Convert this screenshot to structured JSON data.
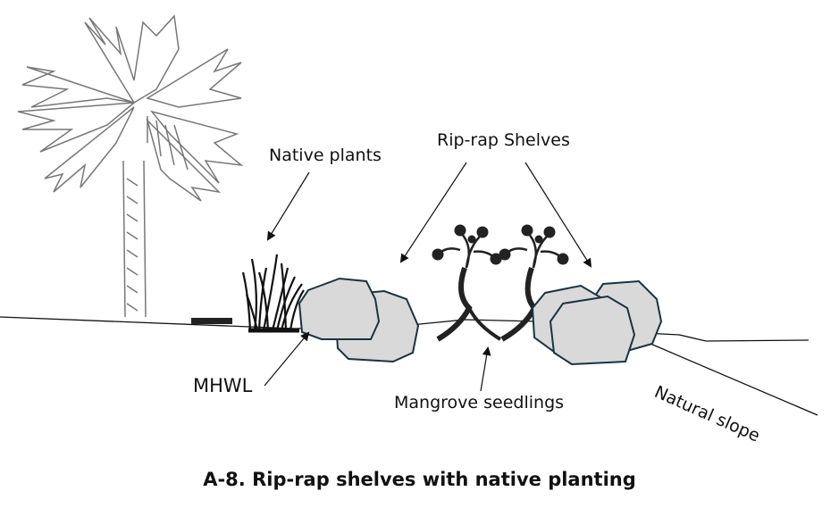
{
  "labels": {
    "native_plants": "Native plants",
    "riprap_shelves": "Rip-rap Shelves",
    "mhwl": "MHWL",
    "mangrove_seedlings": "Mangrove seedlings",
    "natural_slope": "Natural slope"
  },
  "caption": "A-8. Rip-rap shelves with native planting",
  "colors": {
    "rock_fill": "#d9d9d9",
    "rock_stroke": "#1a3340",
    "line": "#111111",
    "palm_stroke": "#777777"
  }
}
